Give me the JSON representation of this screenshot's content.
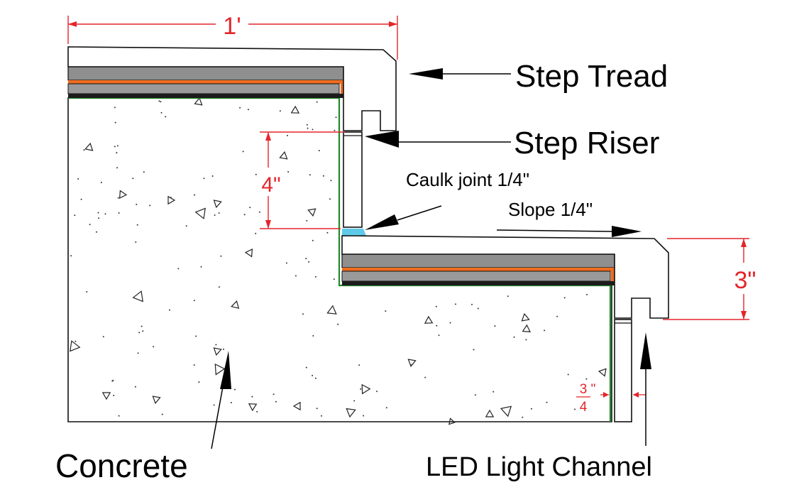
{
  "labels": {
    "step_tread": "Step Tread",
    "step_riser": "Step Riser",
    "caulk_joint": "Caulk joint 1/4\"",
    "slope": "Slope 1/4\"",
    "concrete": "Concrete",
    "led_channel": "LED Light Channel"
  },
  "dimensions": {
    "width": "1'",
    "riser_height": "4\"",
    "nosing_height": "3\"",
    "gap_top": "3",
    "gap_bottom": "4",
    "gap_unit": "\""
  },
  "colors": {
    "dimension": "#e4252b",
    "membrane": "#ef6c1f",
    "tile": "#8f8f8f",
    "waterproof_edge": "#1f8a2a",
    "caulk": "#5fc9e8"
  }
}
